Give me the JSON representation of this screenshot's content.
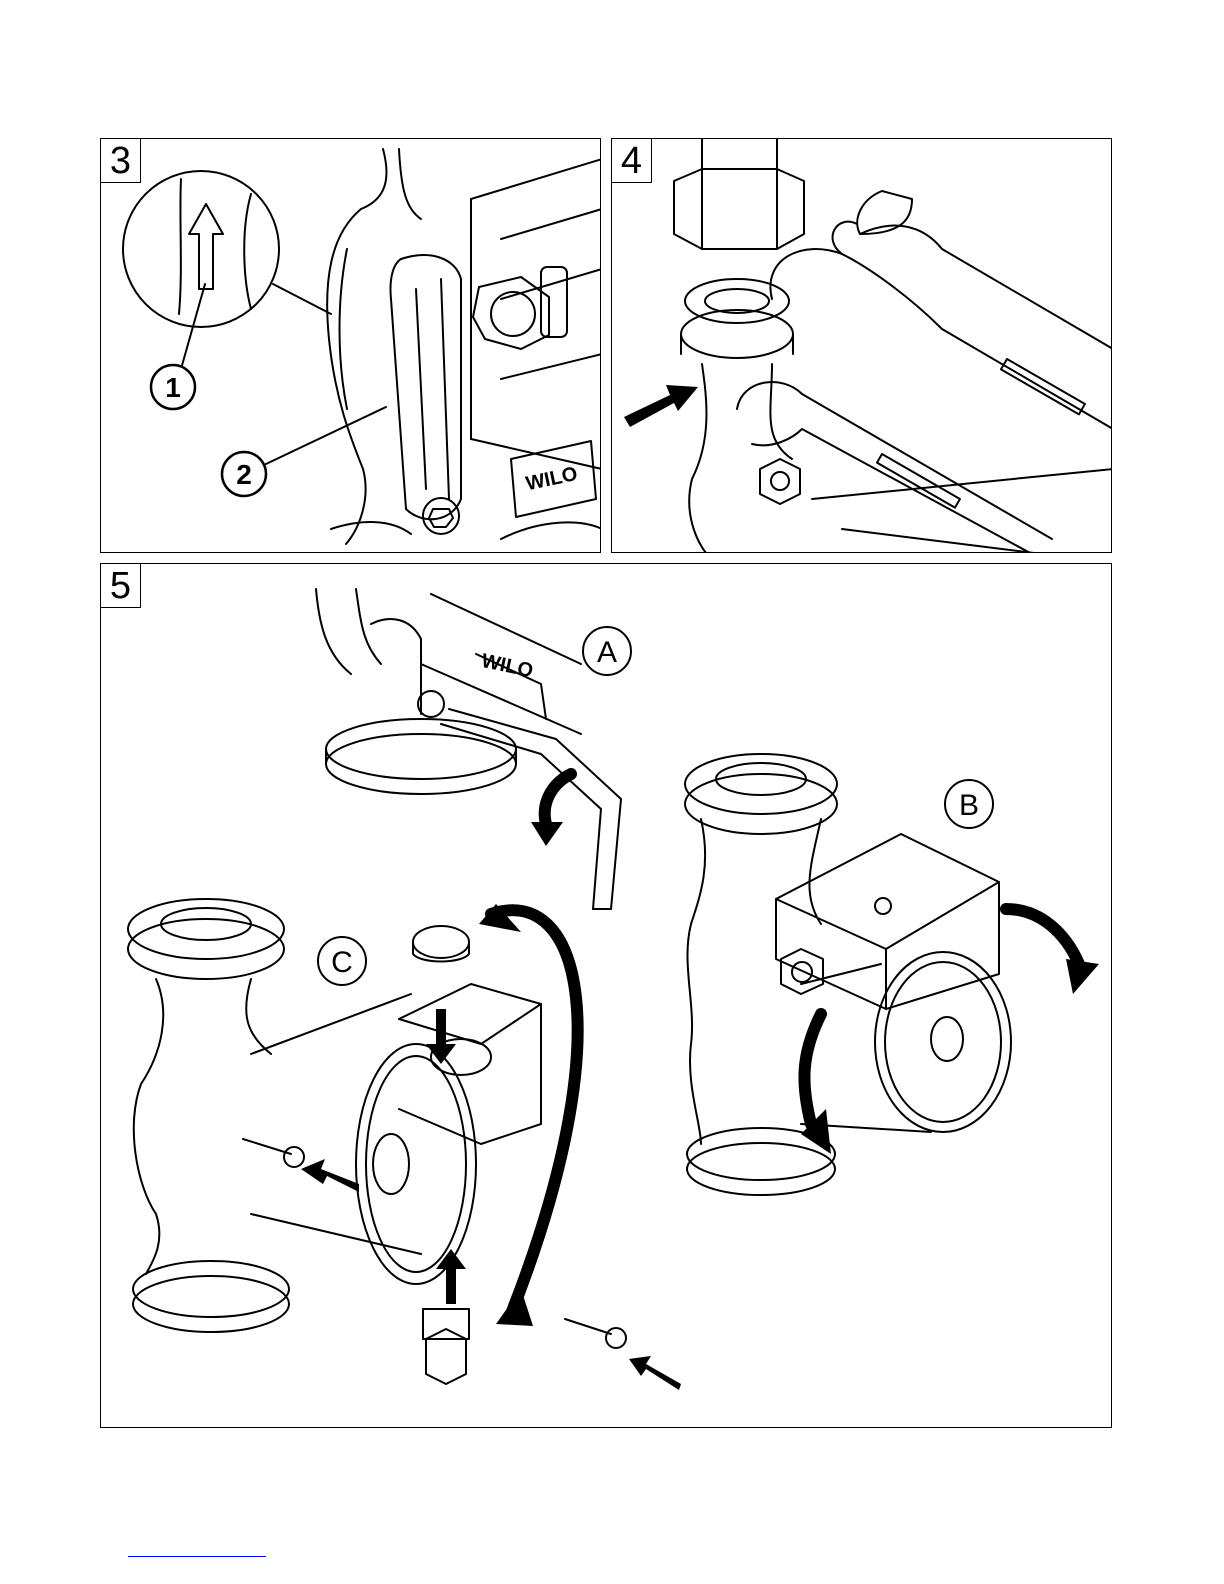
{
  "figures": [
    {
      "number": "3",
      "callouts": [
        "1",
        "2"
      ],
      "brand": "WILO"
    },
    {
      "number": "4"
    },
    {
      "number": "5",
      "steps": [
        "A",
        "B",
        "C"
      ],
      "brand": "WILO"
    }
  ],
  "colors": {
    "line": "#000000",
    "background": "#ffffff",
    "footer_rule": "#0000ff"
  }
}
